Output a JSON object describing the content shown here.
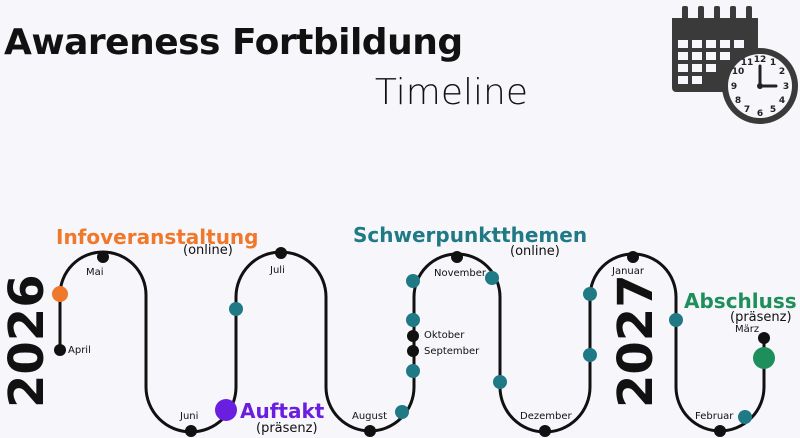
{
  "header": {
    "title": "Awareness Fortbildung",
    "subtitle": "Timeline"
  },
  "years": {
    "start": "2026",
    "end": "2027"
  },
  "milestones": {
    "info": {
      "label": "Infoveranstaltung",
      "mode": "(online)",
      "color": "#f0782a"
    },
    "kickoff": {
      "label": "Auftakt",
      "mode": "(präsenz)",
      "color": "#6a1fe0"
    },
    "topics": {
      "label": "Schwerpunktthemen",
      "mode": "(online)",
      "color": "#1f7a86"
    },
    "finale": {
      "label": "Abschluss",
      "mode": "(präsenz)",
      "color": "#1e8f5a"
    }
  },
  "months": {
    "april": "April",
    "mai": "Mai",
    "juni": "Juni",
    "juli": "Juli",
    "august": "August",
    "september": "September",
    "oktober": "Oktober",
    "november": "November",
    "dezember": "Dezember",
    "januar": "Januar",
    "februar": "Februar",
    "maerz": "März"
  },
  "colors": {
    "line": "#111111",
    "session_dot": "#1f7a86"
  },
  "icons": [
    "calendar-icon",
    "clock-icon"
  ]
}
